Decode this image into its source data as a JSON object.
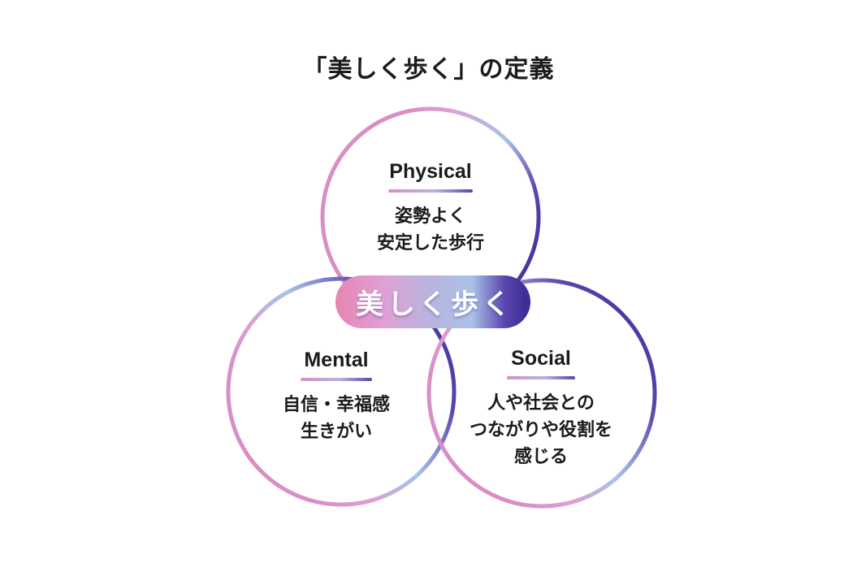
{
  "title": "「美しく歩く」の定義",
  "center": {
    "label": "美しく歩く"
  },
  "circles": [
    {
      "id": "physical",
      "heading": "Physical",
      "lines": [
        "姿勢よく",
        "安定した歩行"
      ]
    },
    {
      "id": "mental",
      "heading": "Mental",
      "lines": [
        "自信・幸福感",
        "生きがい"
      ]
    },
    {
      "id": "social",
      "heading": "Social",
      "lines": [
        "人や社会との",
        "つながりや役割を",
        "感じる"
      ]
    }
  ],
  "colors": {
    "pink": "#d88fc5",
    "pink_soft": "#dfa0d4",
    "lavender": "#bab3de",
    "light_blue": "#a9c2e8",
    "purple": "#5a44ad",
    "deep_purple": "#43329c",
    "pill_pink": "#e784b2",
    "pill_purple": "#3f2f94",
    "text": "#1b1b1b",
    "background": "#ffffff"
  }
}
